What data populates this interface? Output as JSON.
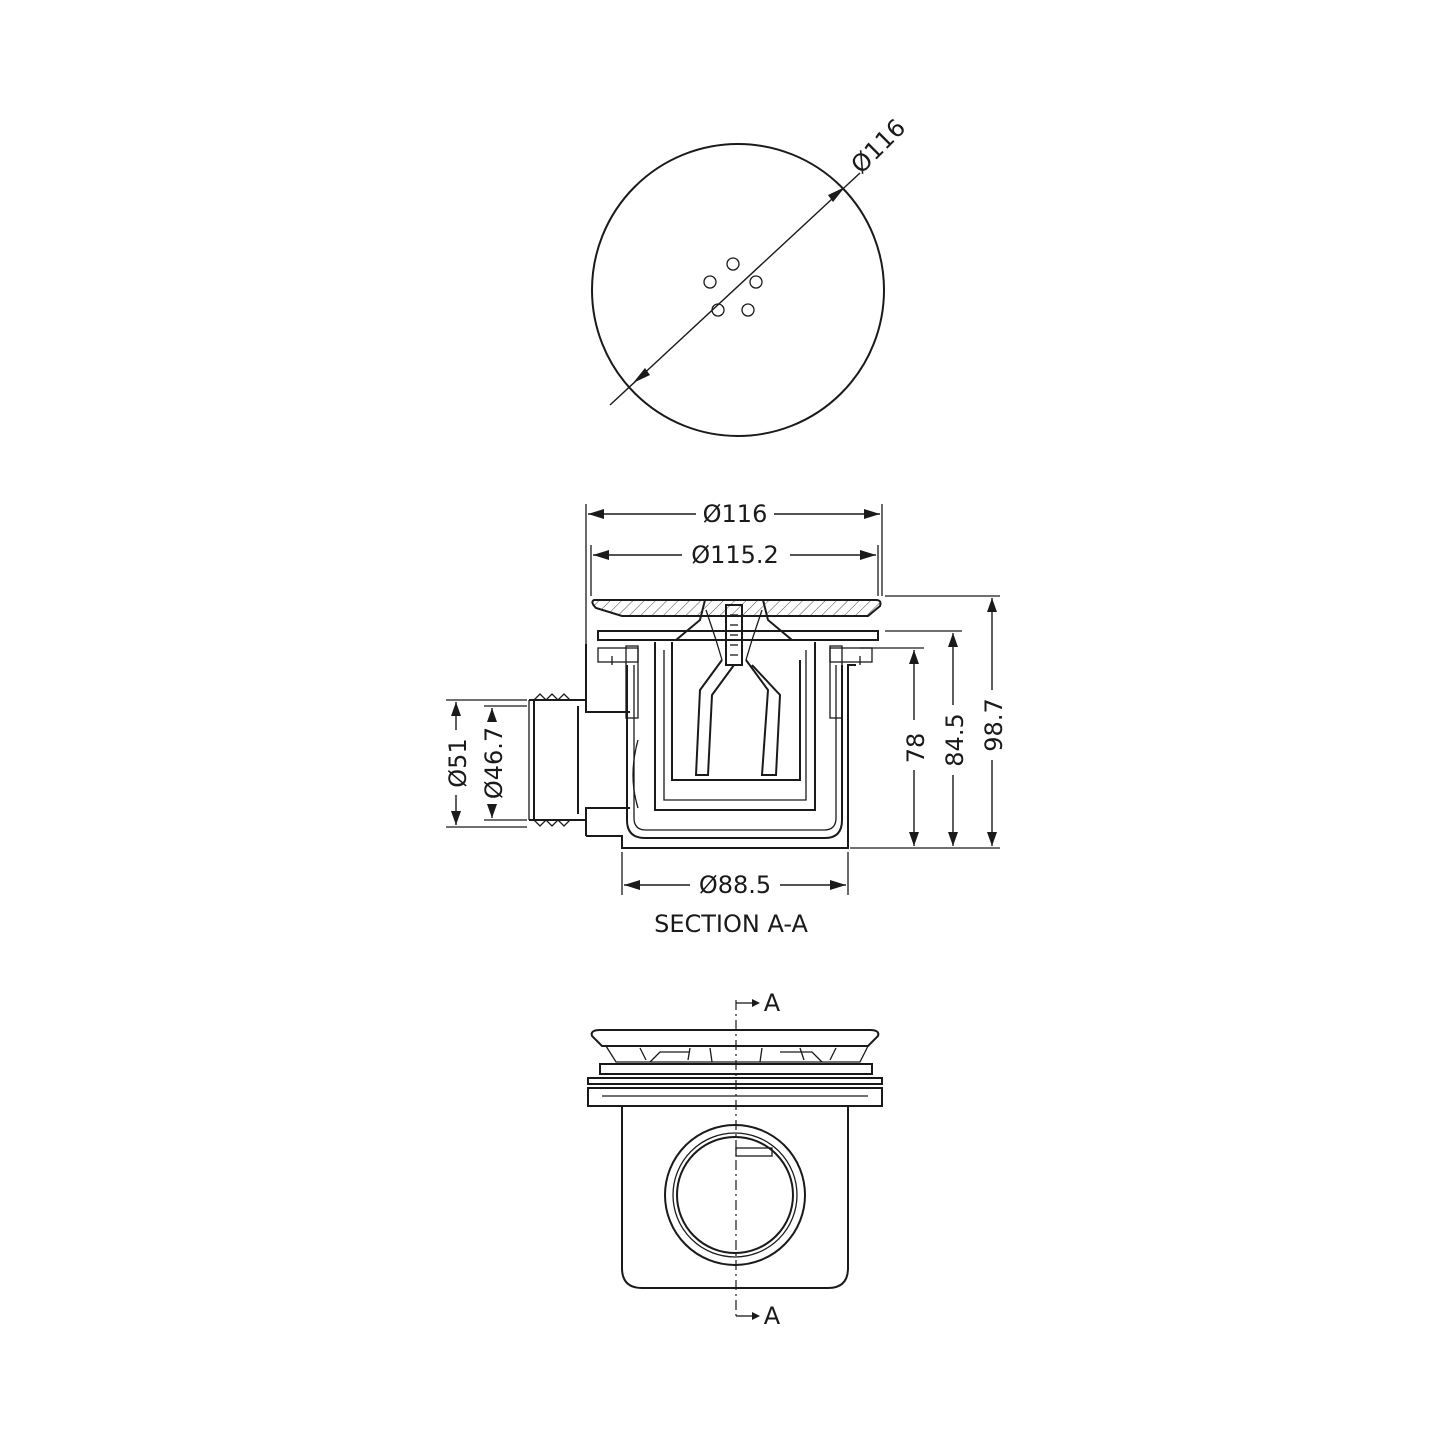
{
  "colors": {
    "line": "#1a1a1a",
    "background": "#ffffff"
  },
  "top_view": {
    "diameter_label": "Ø116"
  },
  "section_view": {
    "title": "SECTION A-A",
    "dim_outer_diameter": "Ø116",
    "dim_cover_diameter": "Ø115.2",
    "dim_base_diameter": "Ø88.5",
    "dim_outlet_outer": "Ø51",
    "dim_outlet_inner": "Ø46.7",
    "dim_height_78": "78",
    "dim_height_84_5": "84.5",
    "dim_height_98_7": "98.7"
  },
  "side_view": {
    "section_marker_top": "A",
    "section_marker_bottom": "A"
  }
}
